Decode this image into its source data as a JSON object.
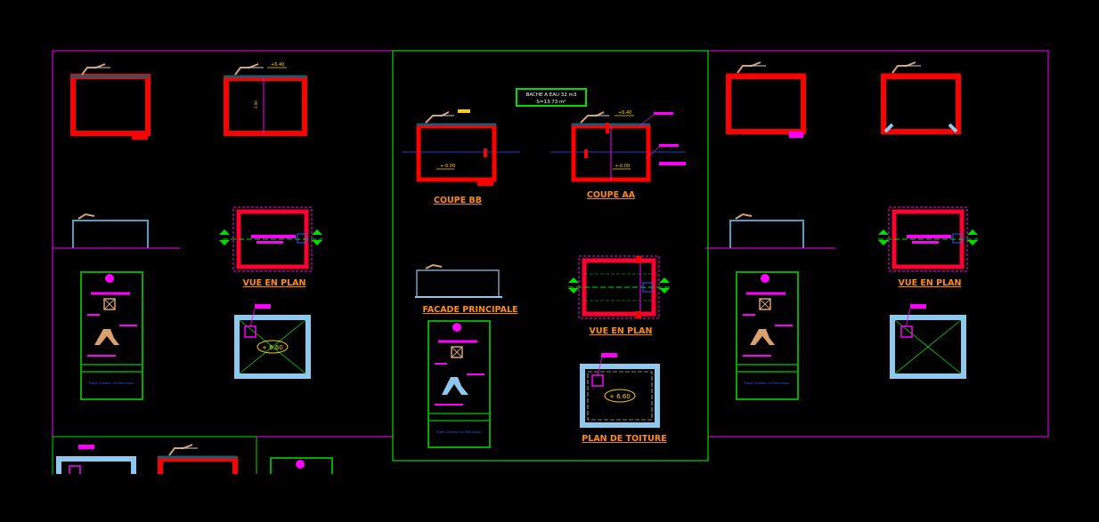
{
  "colors": {
    "background": "#000000",
    "frame": "#ff00ff",
    "center_frame": "#00dd00",
    "wall": "#ff0000",
    "label": "#ff8a1c",
    "slab": "#8ec8ee",
    "accent": "#ff00ff",
    "green": "#00dd00",
    "blue_text": "#3355ff",
    "teal": "#4aa0c8"
  },
  "labels": {
    "coupe_bb": "COUPE BB",
    "coupe_aa": "COUPE AA",
    "facade": "FACADE PRINCIPALE",
    "vue_plan_center": "VUE EN PLAN",
    "plan_toiture": "PLAN DE TOITURE",
    "vue_plan_left": "VUE EN PLAN",
    "vue_plan_right": "VUE EN PLAN"
  },
  "title_block": {
    "line1": "BACHE A EAU 32 m3",
    "line2": "S=13.73 m²"
  },
  "levels": {
    "top": "+6.40",
    "zero": "+-0.00",
    "roof": "+ 6.60",
    "height": "3.90"
  },
  "legend_text": "Projet Chateau en Metallique"
}
